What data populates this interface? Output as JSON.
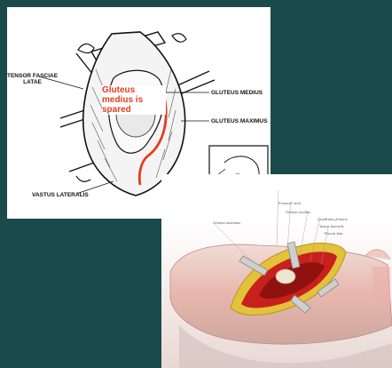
{
  "diagram_top": {
    "labels": {
      "tensor_fasciae_latae": "TENSOR FASCIAE\nLATAE",
      "gluteus_medius": "GLUTEUS MEDIUS",
      "gluteus_maximus": "GLUTEUS MAXIMUS",
      "vastus_lateralis": "VASTUS LATERALIS"
    },
    "callout": "Gluteus medius is spared",
    "callout_color": "#e23d1e"
  },
  "diagram_bottom": {
    "labels": {
      "femoral_neck": "Femoral neck",
      "gluteus_medius": "Gluteus medius",
      "quadratus_femoris": "Quadratus femoris",
      "vastus_lateralis": "Vastus lateralis",
      "fascia_lata": "Fascia lata",
      "gluteus_maximus": "Gluteus maximus"
    }
  },
  "colors": {
    "background": "#1a4a4a",
    "muscle_red": "#c8201c",
    "fat_yellow": "#e2c23a"
  }
}
